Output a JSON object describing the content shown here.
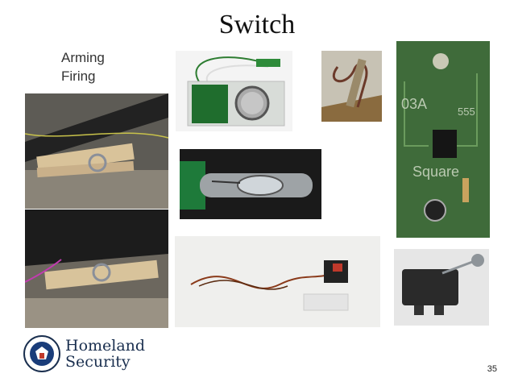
{
  "slide": {
    "title": "Switch",
    "labels": [
      "Arming",
      "Firing"
    ],
    "page_number": "35"
  },
  "pcb_markings": {
    "code": "03A",
    "chip": "555",
    "caption": "Square"
  },
  "logo": {
    "line1": "Homeland",
    "line2": "Security"
  },
  "colors": {
    "title": "#111111",
    "logo_text": "#1a2f4f",
    "pcb_green": "#3f6b3a"
  }
}
